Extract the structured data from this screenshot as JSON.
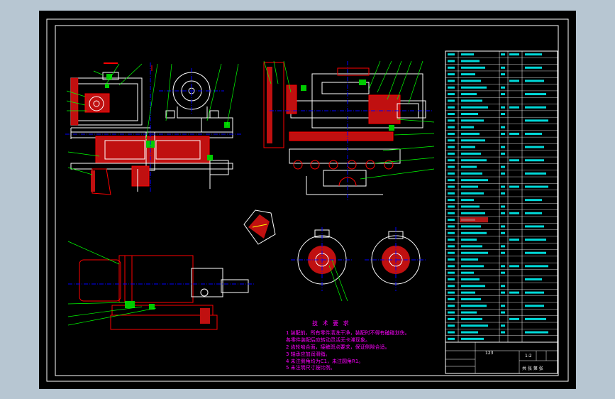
{
  "window": {
    "background": "#b7c6d2",
    "paper": "#000000"
  },
  "colors": {
    "border": "#ffffff",
    "frame": "#00ffff",
    "outline": "#ffffff",
    "hidden": "#ff0000",
    "leader": "#00ff00",
    "hatch": "#ff0000",
    "fill_green": "#00ff00",
    "center": "#0000ff",
    "notes": "#ff00ff",
    "bom_text": "#00ffff"
  },
  "notes": {
    "title": "技 术 要 求",
    "items": [
      "1  装配前，所有零件清洗干净，装配时不得有磕碰划伤。",
      "   各零件装配后应转动灵活无卡滞现象。",
      "2  齿轮啮合面，接触斑点要求，保证侧隙合适。",
      "3  轴承应加润滑脂。",
      "4  未注倒角均为C1，未注圆角R1。",
      "5  未注明尺寸按比例。"
    ]
  },
  "title_block": {
    "drawing_no": "123",
    "scale": "1:2",
    "sheet": "共 张 第 张"
  }
}
